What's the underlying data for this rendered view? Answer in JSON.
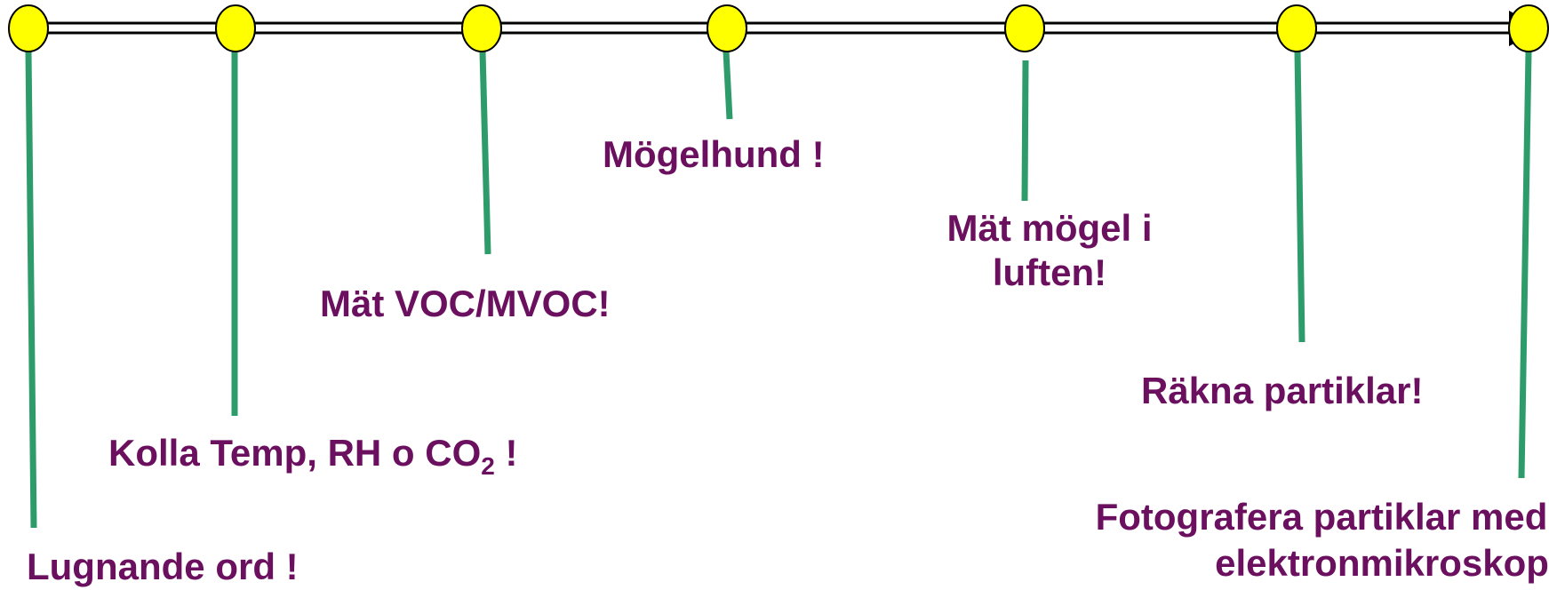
{
  "colors": {
    "axis": "#000000",
    "axis_fill": "#ffffff",
    "node_fill": "#ffff00",
    "node_stroke": "#000000",
    "connector": "#2e9c6a",
    "label": "#6b0f5f"
  },
  "steps": [
    {
      "id": "lugnande",
      "label": "Lugnande ord !"
    },
    {
      "id": "kolla",
      "label_prefix": "Kolla Temp, RH o CO",
      "label_sub": "2",
      "label_suffix": " !"
    },
    {
      "id": "voc",
      "label": "Mät VOC/MVOC!"
    },
    {
      "id": "hund",
      "label": "Mögelhund !"
    },
    {
      "id": "mogel",
      "label_line1": "Mät mögel i",
      "label_line2": "luften!"
    },
    {
      "id": "partiklar",
      "label": "Räkna partiklar!"
    },
    {
      "id": "foto",
      "label_line1": "Fotografera partiklar med",
      "label_line2": "elektronmikroskop!"
    }
  ]
}
